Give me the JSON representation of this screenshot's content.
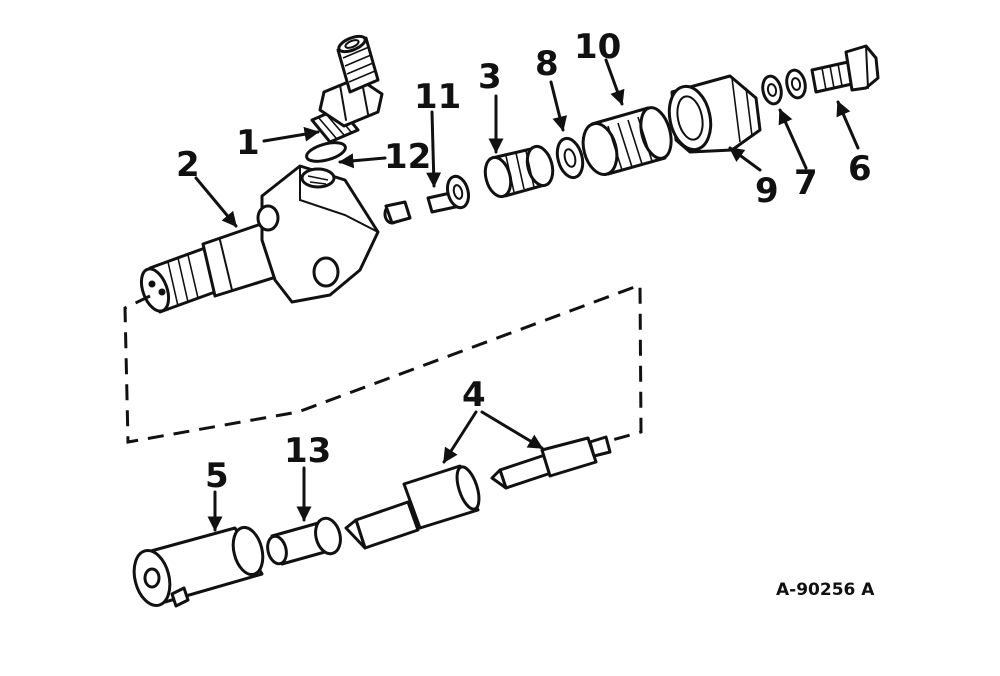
{
  "diagram": {
    "reference": "A-90256 A",
    "callouts": {
      "c1": "1",
      "c2": "2",
      "c3": "3",
      "c4": "4",
      "c5": "5",
      "c6": "6",
      "c7": "7",
      "c8": "8",
      "c9": "9",
      "c10": "10",
      "c11": "11",
      "c12": "12",
      "c13": "13"
    }
  }
}
